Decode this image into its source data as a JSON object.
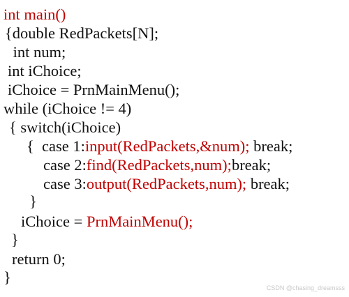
{
  "colors": {
    "text": "#111111",
    "highlight": "#c00000"
  },
  "code": {
    "l1": "int main()",
    "l2": "{double RedPackets[N];",
    "l3": " int num;",
    "l4": "int iChoice;",
    "l5": "iChoice = PrnMainMenu();",
    "l6": "while (iChoice != 4)",
    "l7": "{ switch(iChoice)",
    "l8a": "{  case 1:",
    "l8b": "input(RedPackets,&num);",
    "l8c": " break;",
    "l9a": "case 2:",
    "l9b": "find(RedPackets,num);",
    "l9c": "break;",
    "l10a": "case 3:",
    "l10b": "output(RedPackets,num);",
    "l10c": " break;",
    "l11": "}",
    "l12a": "iChoice = ",
    "l12b": "PrnMainMenu();",
    "l13": "}",
    "l14": "return 0;",
    "l15": "}"
  },
  "watermark": "CSDN @chasing_dreamsss"
}
